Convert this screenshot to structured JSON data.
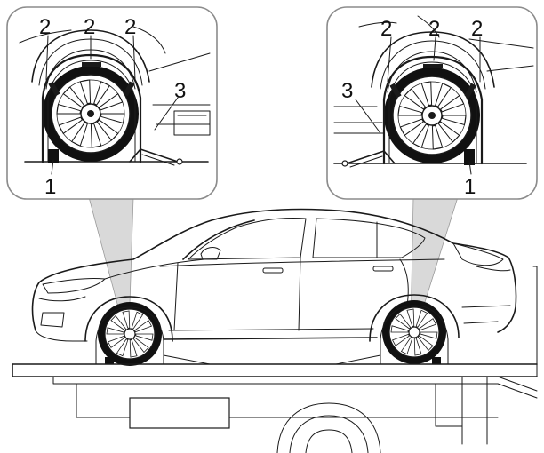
{
  "callouts": {
    "chock": "1",
    "strap": "2",
    "ratchet_strap": "3"
  },
  "colors": {
    "ink": "#1a1a1a",
    "panel_border": "#8c8c8c",
    "beam_fill": "#d9d9d9",
    "tire_dark": "#111111"
  }
}
